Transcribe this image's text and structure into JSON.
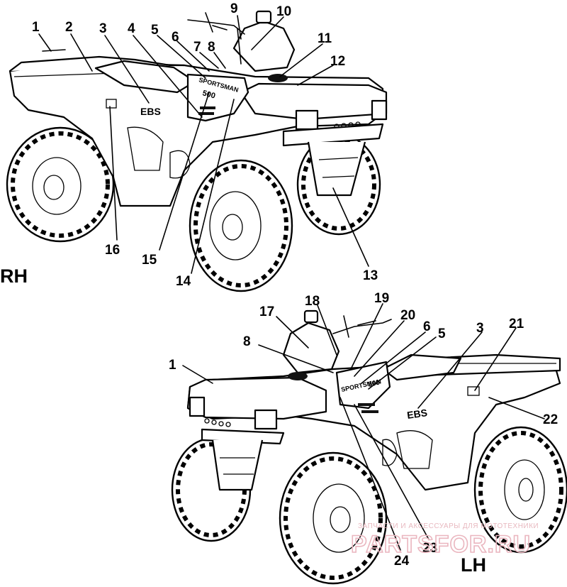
{
  "views": {
    "rh": {
      "label": "RH"
    },
    "lh": {
      "label": "LH"
    }
  },
  "decals": {
    "ebs": "EBS",
    "sportsman": "SPORTSMAN",
    "model": "500"
  },
  "callouts_rh": [
    "1",
    "2",
    "3",
    "4",
    "5",
    "6",
    "7",
    "8",
    "9",
    "10",
    "11",
    "12",
    "13",
    "14",
    "15",
    "16"
  ],
  "callouts_lh": [
    "17",
    "18",
    "19",
    "20",
    "6",
    "5",
    "3",
    "21",
    "8",
    "1",
    "22",
    "24",
    "23"
  ],
  "watermark": {
    "tagline": "ЗАПЧАСТИ И АКСЕССУАРЫ ДЛЯ МОТОТЕХНИКИ",
    "brand": "PARTSFOR.RU"
  }
}
